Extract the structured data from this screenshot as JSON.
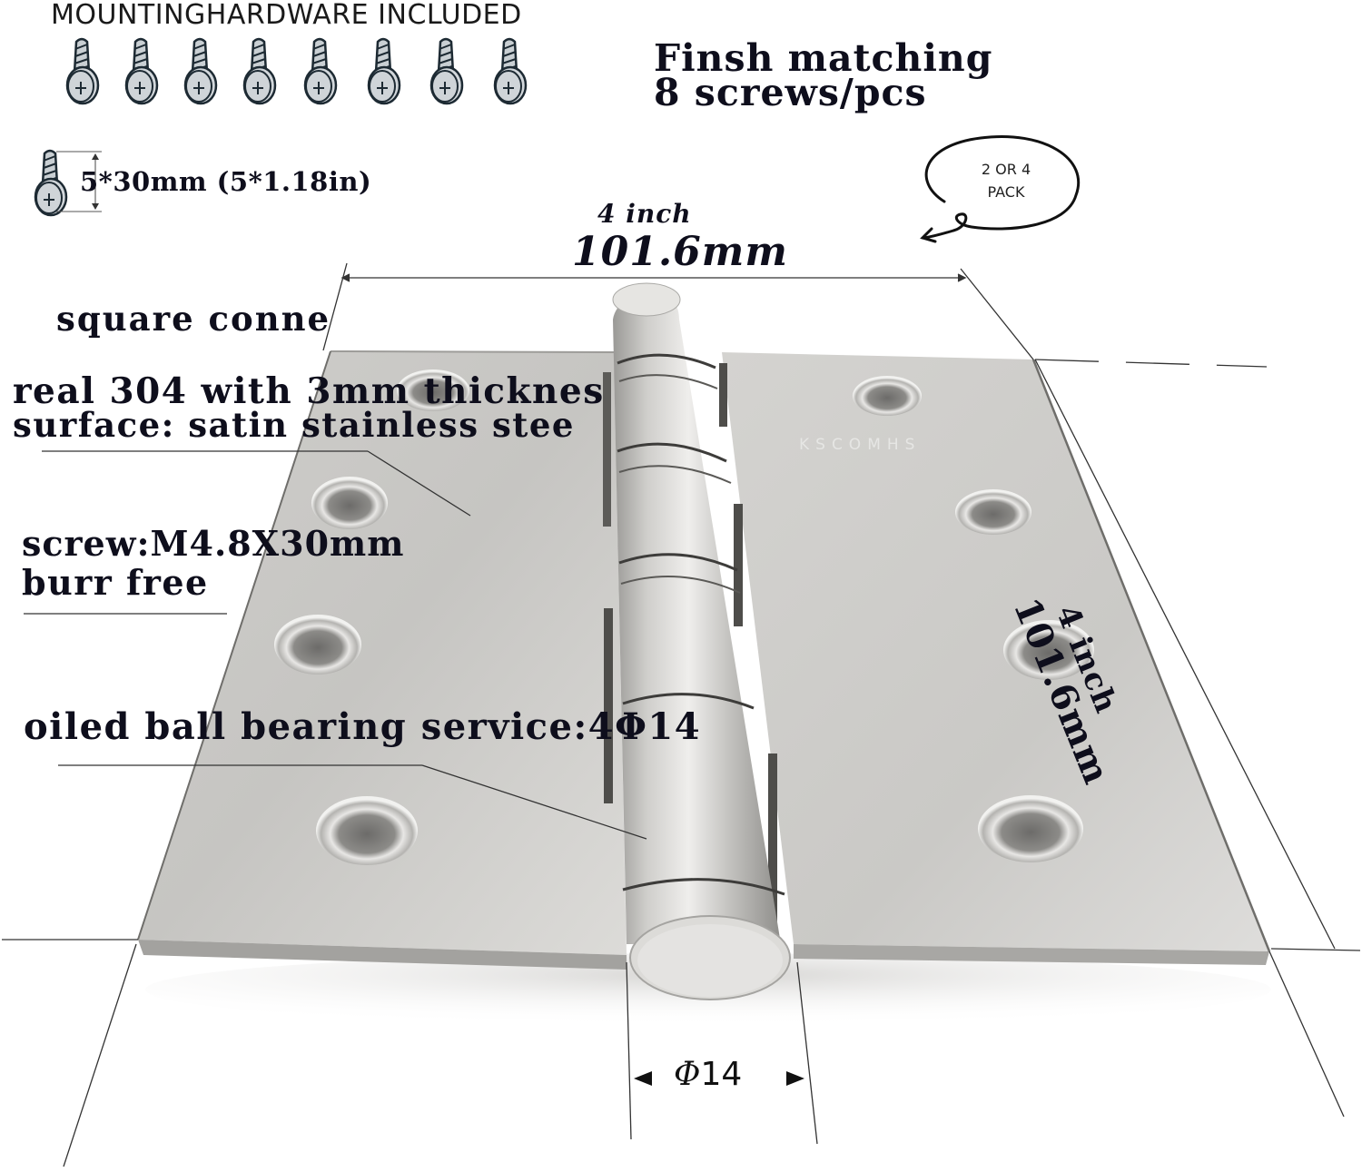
{
  "header": {
    "title": "MOUNTINGHARDWARE INCLUDED"
  },
  "screws": {
    "count": 8,
    "icon": "screw-icon"
  },
  "finish": {
    "line1": "Finsh matching",
    "line2": "8 screws/pcs"
  },
  "screw_size": {
    "label": "5*30mm (5*1.18in)"
  },
  "pack_badge": {
    "line1": "2 OR 4",
    "line2": "PACK"
  },
  "width_dim": {
    "inch": "4 inch",
    "mm": "101.6mm"
  },
  "height_dim": {
    "inch": "4 inch",
    "mm": "101.6mm"
  },
  "specs": {
    "corner": "square conne",
    "material": "real 304 with 3mm thicknes",
    "surface": "surface: satin stainless stee",
    "screw": "screw:M4.8X30mm",
    "burr": "burr free",
    "bearing": "oiled ball bearing service:4Φ14"
  },
  "knuckle_dim": {
    "symbol": "Φ",
    "value": "14"
  },
  "brand_stamp": {
    "text": "KSCOMHS"
  },
  "colors": {
    "steel_light": "#d9d8d5",
    "steel_mid": "#c4c3c0",
    "steel_dark": "#8e8d8a",
    "text": "#0e0e1c",
    "background": "#ffffff"
  }
}
